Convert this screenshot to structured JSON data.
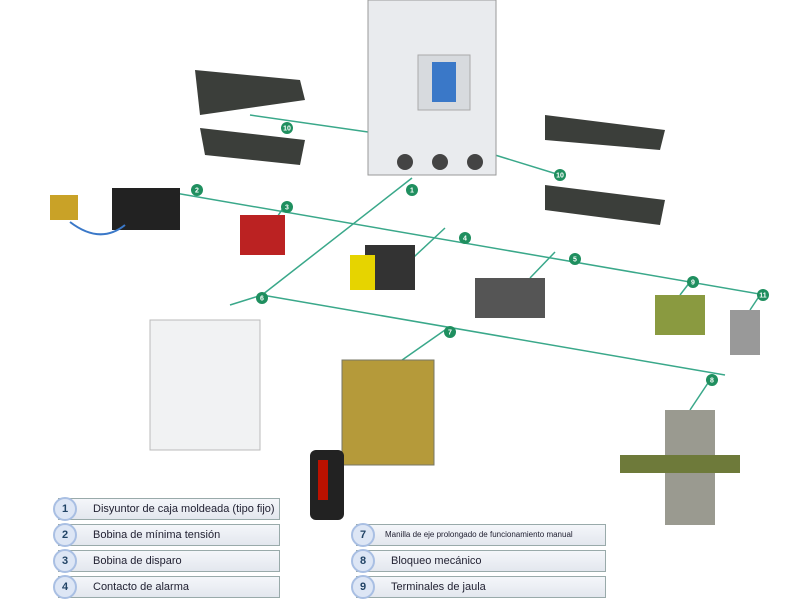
{
  "legend_left": [
    {
      "num": "1",
      "label": "Disyuntor de caja moldeada (tipo fijo)"
    },
    {
      "num": "2",
      "label": "Bobina de mínima tensión"
    },
    {
      "num": "3",
      "label": "Bobina de disparo"
    },
    {
      "num": "4",
      "label": "Contacto de alarma"
    }
  ],
  "legend_right": [
    {
      "num": "7",
      "label": "Manilla de eje prolongado de funcionamiento manual"
    },
    {
      "num": "8",
      "label": "Bloqueo mecánico"
    },
    {
      "num": "9",
      "label": "Terminales de jaula"
    }
  ],
  "badges": [
    "1",
    "2",
    "3",
    "4",
    "5",
    "6",
    "7",
    "8",
    "9",
    "10",
    "10",
    "11"
  ],
  "colors": {
    "line": "#3aa88a",
    "badge": "#1f8f5f"
  }
}
